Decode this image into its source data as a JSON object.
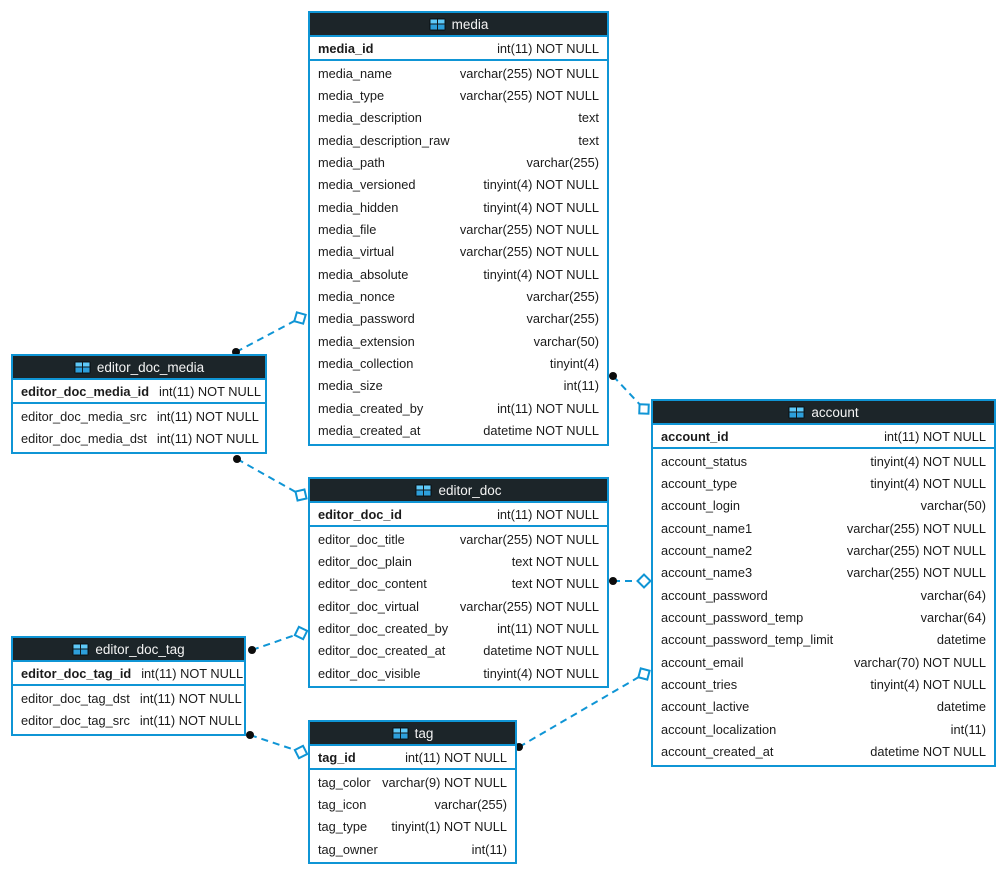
{
  "diagram": {
    "colors": {
      "accent": "#0f95d5",
      "header_bg": "#1c2529",
      "text": "#1b1b1b",
      "canvas_bg": "#ffffff"
    },
    "tables": [
      {
        "name": "media",
        "pk": {
          "name": "media_id",
          "type": "int(11) NOT NULL"
        },
        "columns": [
          {
            "name": "media_name",
            "type": "varchar(255) NOT NULL"
          },
          {
            "name": "media_type",
            "type": "varchar(255) NOT NULL"
          },
          {
            "name": "media_description",
            "type": "text"
          },
          {
            "name": "media_description_raw",
            "type": "text"
          },
          {
            "name": "media_path",
            "type": "varchar(255)"
          },
          {
            "name": "media_versioned",
            "type": "tinyint(4) NOT NULL"
          },
          {
            "name": "media_hidden",
            "type": "tinyint(4) NOT NULL"
          },
          {
            "name": "media_file",
            "type": "varchar(255) NOT NULL"
          },
          {
            "name": "media_virtual",
            "type": "varchar(255) NOT NULL"
          },
          {
            "name": "media_absolute",
            "type": "tinyint(4) NOT NULL"
          },
          {
            "name": "media_nonce",
            "type": "varchar(255)"
          },
          {
            "name": "media_password",
            "type": "varchar(255)"
          },
          {
            "name": "media_extension",
            "type": "varchar(50)"
          },
          {
            "name": "media_collection",
            "type": "tinyint(4)"
          },
          {
            "name": "media_size",
            "type": "int(11)"
          },
          {
            "name": "media_created_by",
            "type": "int(11) NOT NULL"
          },
          {
            "name": "media_created_at",
            "type": "datetime NOT NULL"
          }
        ]
      },
      {
        "name": "editor_doc_media",
        "pk": {
          "name": "editor_doc_media_id",
          "type": "int(11) NOT NULL"
        },
        "columns": [
          {
            "name": "editor_doc_media_src",
            "type": "int(11) NOT NULL"
          },
          {
            "name": "editor_doc_media_dst",
            "type": "int(11) NOT NULL"
          }
        ]
      },
      {
        "name": "editor_doc",
        "pk": {
          "name": "editor_doc_id",
          "type": "int(11) NOT NULL"
        },
        "columns": [
          {
            "name": "editor_doc_title",
            "type": "varchar(255) NOT NULL"
          },
          {
            "name": "editor_doc_plain",
            "type": "text NOT NULL"
          },
          {
            "name": "editor_doc_content",
            "type": "text NOT NULL"
          },
          {
            "name": "editor_doc_virtual",
            "type": "varchar(255) NOT NULL"
          },
          {
            "name": "editor_doc_created_by",
            "type": "int(11) NOT NULL"
          },
          {
            "name": "editor_doc_created_at",
            "type": "datetime NOT NULL"
          },
          {
            "name": "editor_doc_visible",
            "type": "tinyint(4) NOT NULL"
          }
        ]
      },
      {
        "name": "editor_doc_tag",
        "pk": {
          "name": "editor_doc_tag_id",
          "type": "int(11) NOT NULL"
        },
        "columns": [
          {
            "name": "editor_doc_tag_dst",
            "type": "int(11) NOT NULL"
          },
          {
            "name": "editor_doc_tag_src",
            "type": "int(11) NOT NULL"
          }
        ]
      },
      {
        "name": "tag",
        "pk": {
          "name": "tag_id",
          "type": "int(11) NOT NULL"
        },
        "columns": [
          {
            "name": "tag_color",
            "type": "varchar(9) NOT NULL"
          },
          {
            "name": "tag_icon",
            "type": "varchar(255)"
          },
          {
            "name": "tag_type",
            "type": "tinyint(1) NOT NULL"
          },
          {
            "name": "tag_owner",
            "type": "int(11)"
          }
        ]
      },
      {
        "name": "account",
        "pk": {
          "name": "account_id",
          "type": "int(11) NOT NULL"
        },
        "columns": [
          {
            "name": "account_status",
            "type": "tinyint(4) NOT NULL"
          },
          {
            "name": "account_type",
            "type": "tinyint(4) NOT NULL"
          },
          {
            "name": "account_login",
            "type": "varchar(50)"
          },
          {
            "name": "account_name1",
            "type": "varchar(255) NOT NULL"
          },
          {
            "name": "account_name2",
            "type": "varchar(255) NOT NULL"
          },
          {
            "name": "account_name3",
            "type": "varchar(255) NOT NULL"
          },
          {
            "name": "account_password",
            "type": "varchar(64)"
          },
          {
            "name": "account_password_temp",
            "type": "varchar(64)"
          },
          {
            "name": "account_password_temp_limit",
            "type": "datetime"
          },
          {
            "name": "account_email",
            "type": "varchar(70) NOT NULL"
          },
          {
            "name": "account_tries",
            "type": "tinyint(4) NOT NULL"
          },
          {
            "name": "account_lactive",
            "type": "datetime"
          },
          {
            "name": "account_localization",
            "type": "int(11)"
          },
          {
            "name": "account_created_at",
            "type": "datetime NOT NULL"
          }
        ]
      }
    ],
    "relations": [
      {
        "from": "editor_doc_media",
        "to": "media"
      },
      {
        "from": "editor_doc_media",
        "to": "editor_doc"
      },
      {
        "from": "editor_doc_tag",
        "to": "editor_doc"
      },
      {
        "from": "editor_doc_tag",
        "to": "tag"
      },
      {
        "from": "media",
        "to": "account"
      },
      {
        "from": "editor_doc",
        "to": "account"
      },
      {
        "from": "tag",
        "to": "account"
      }
    ]
  }
}
